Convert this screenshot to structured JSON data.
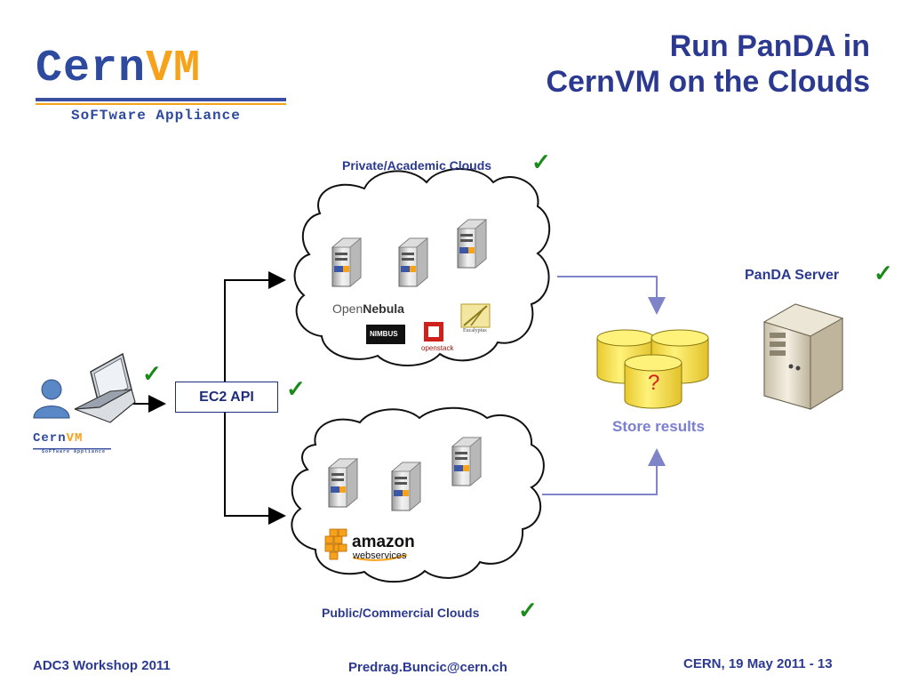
{
  "logo": {
    "word_part1": "Cern",
    "word_part2": "VM",
    "tagline": "SoFTware Appliance",
    "colors": {
      "primary": "#2e4a9e",
      "accent": "#f7a21b"
    }
  },
  "slide": {
    "title_line1": "Run PanDA in",
    "title_line2": "CernVM on the Clouds"
  },
  "diagram": {
    "private_cloud_label": "Private/Academic Clouds",
    "public_cloud_label": "Public/Commercial Clouds",
    "ec2_api_label": "EC2 API",
    "store_results_label": "Store results",
    "question_mark": "?",
    "panda_server_label": "PanDA Server",
    "check_glyph": "✓",
    "vendors": {
      "opennebula_1": "Open",
      "opennebula_2": "Nebula",
      "nimbus": "NIMBUS",
      "openstack": "openstack",
      "eucalyptus": "Eucalyptus",
      "amazon": "amazon",
      "webservices": "webservices"
    },
    "small_logo": {
      "word_part1": "Cern",
      "word_part2": "VM",
      "tagline": "SoFTware Appliance"
    },
    "icons": [
      "cloud-icon",
      "server-icon",
      "database-icon",
      "user-icon",
      "laptop-icon",
      "checkmark-icon",
      "arrow-icon"
    ],
    "colors": {
      "check": "#1a8a1a",
      "connector": "#8084c8",
      "db_fill": "#f7e64a",
      "title": "#2b3990"
    }
  },
  "footer": {
    "left": "ADC3 Workshop 2011",
    "center": "Predrag.Buncic@cern.ch",
    "right": "CERN, 19 May 2011  - 13"
  }
}
